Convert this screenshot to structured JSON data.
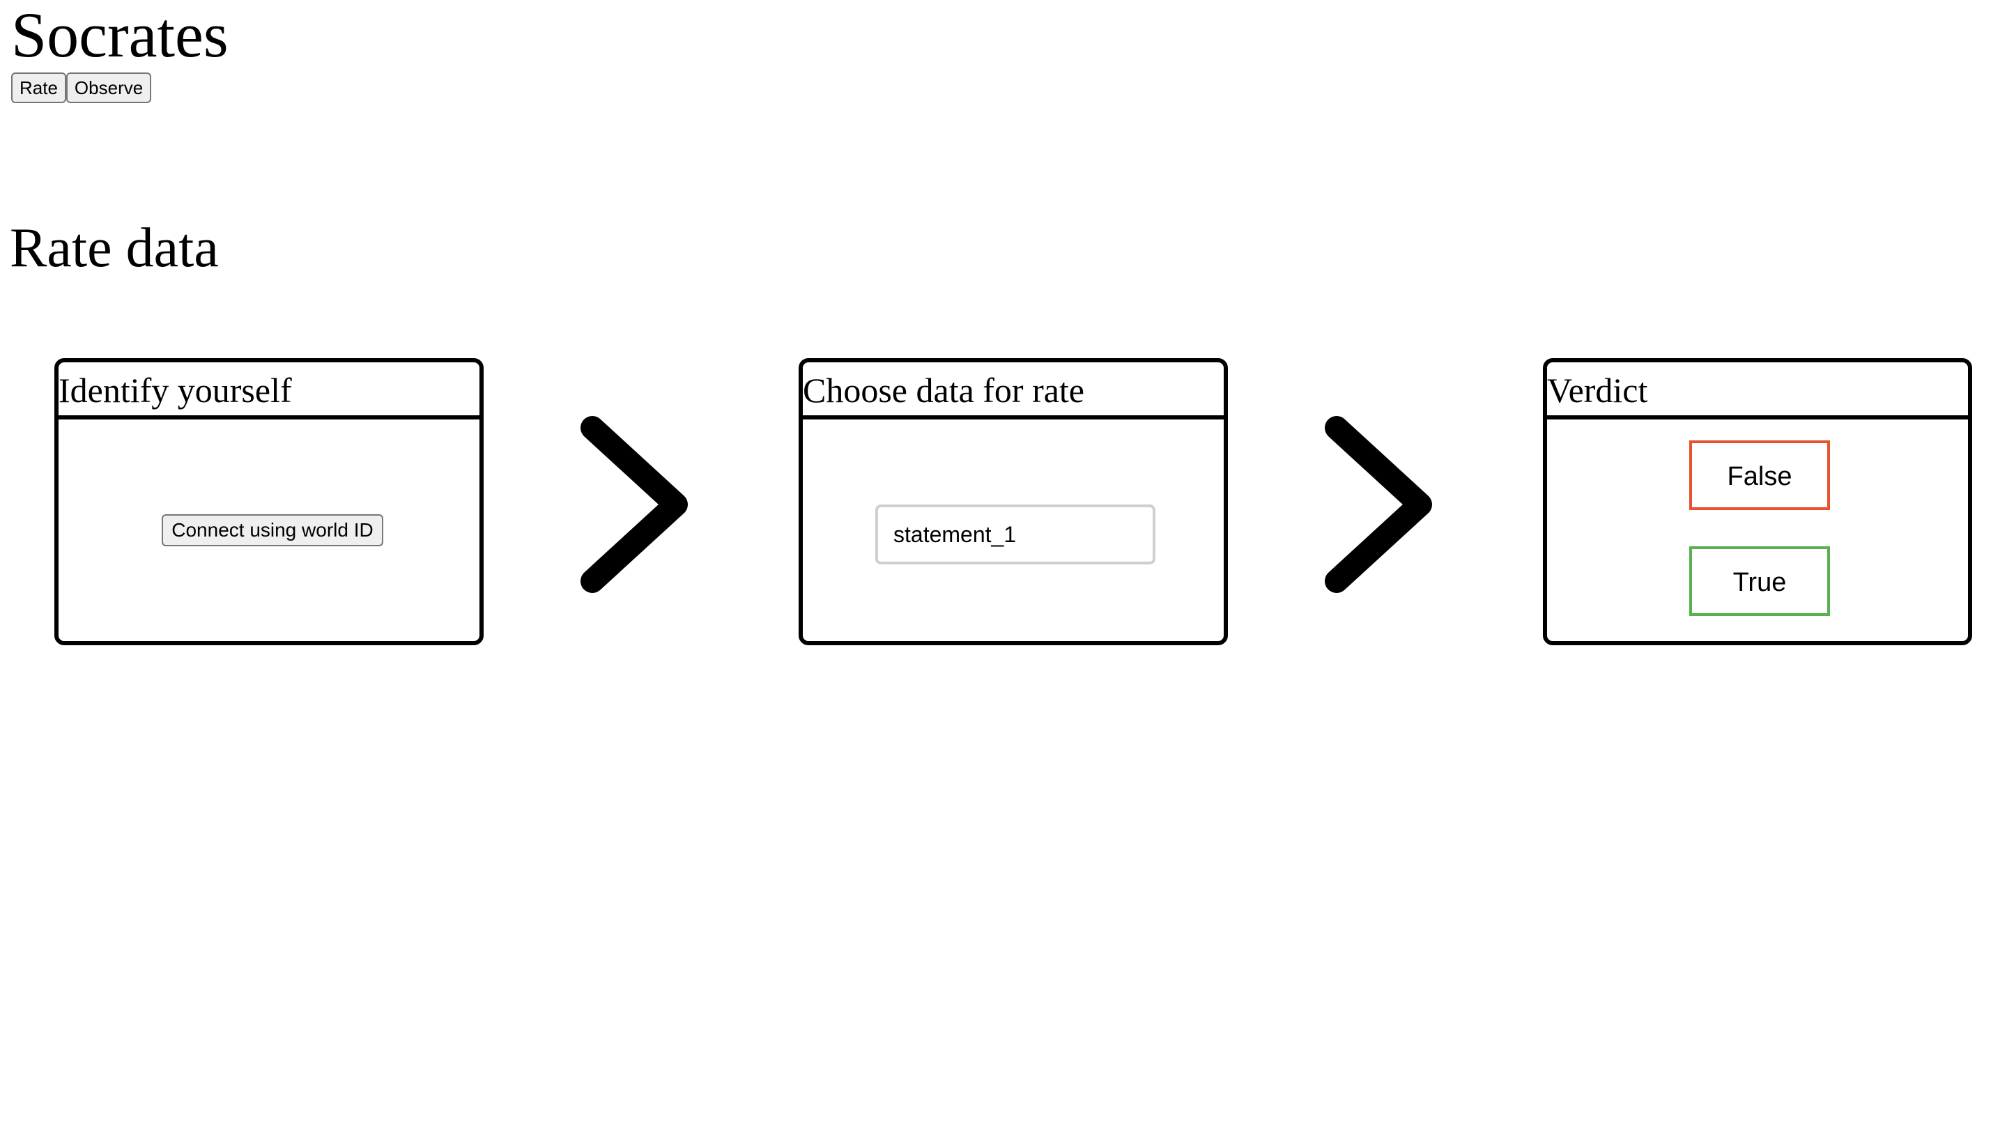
{
  "app": {
    "title": "Socrates"
  },
  "nav": {
    "items": [
      {
        "label": "Rate"
      },
      {
        "label": "Observe"
      }
    ]
  },
  "section": {
    "title": "Rate data"
  },
  "steps": [
    {
      "title": "Identify yourself",
      "action_label": "Connect using world ID"
    },
    {
      "title": "Choose data for rate",
      "selected_value": "statement_1"
    },
    {
      "title": "Verdict",
      "options": [
        {
          "label": "False"
        },
        {
          "label": "True"
        }
      ]
    }
  ],
  "colors": {
    "false_border": "#e8532f",
    "true_border": "#5ab04f",
    "card_border": "#000000"
  },
  "icons": {
    "step_separator": "chevron-right-icon"
  }
}
